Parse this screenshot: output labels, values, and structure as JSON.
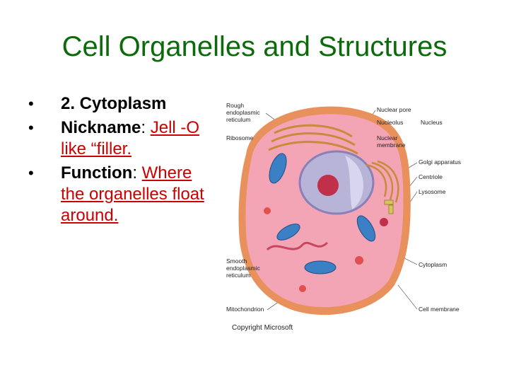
{
  "slide": {
    "title": "Cell Organelles and Structures",
    "bullets": [
      {
        "bullet_char": "•",
        "heading": "2. Cytoplasm"
      },
      {
        "bullet_char": "•",
        "term": "Nickname",
        "sep": ":",
        "value": "Jell -O like “filler."
      },
      {
        "bullet_char": "•",
        "term": "Function",
        "sep": ":",
        "value": "Where the organelles float around."
      }
    ]
  },
  "diagram": {
    "labels_left": {
      "rough_er_1": "Rough",
      "rough_er_2": "endoplasmic",
      "rough_er_3": "reticulum",
      "ribosome": "Ribosome",
      "smooth_er_1": "Smooth",
      "smooth_er_2": "endoplasmic",
      "smooth_er_3": "reticulum",
      "mitochondrion": "Mitochondrion"
    },
    "labels_right": {
      "nuclear_pore": "Nuclear pore",
      "nucleolus": "Nucleolus",
      "nucleus": "Nucleus",
      "nuclear_membrane_1": "Nuclear",
      "nuclear_membrane_2": "membrane",
      "golgi": "Golgi apparatus",
      "centriole": "Centriole",
      "lysosome": "Lysosome",
      "cytoplasm": "Cytoplasm",
      "cell_membrane": "Cell membrane"
    },
    "copyright": "Copyright Microsoft",
    "colors": {
      "cytoplasm": "#f3a5b5",
      "membrane": "#e8915d",
      "nucleus": "#b8b4d8",
      "nucleolus": "#c0304a",
      "mitochondria": "#3b7fc4",
      "er": "#c98a3c"
    }
  }
}
